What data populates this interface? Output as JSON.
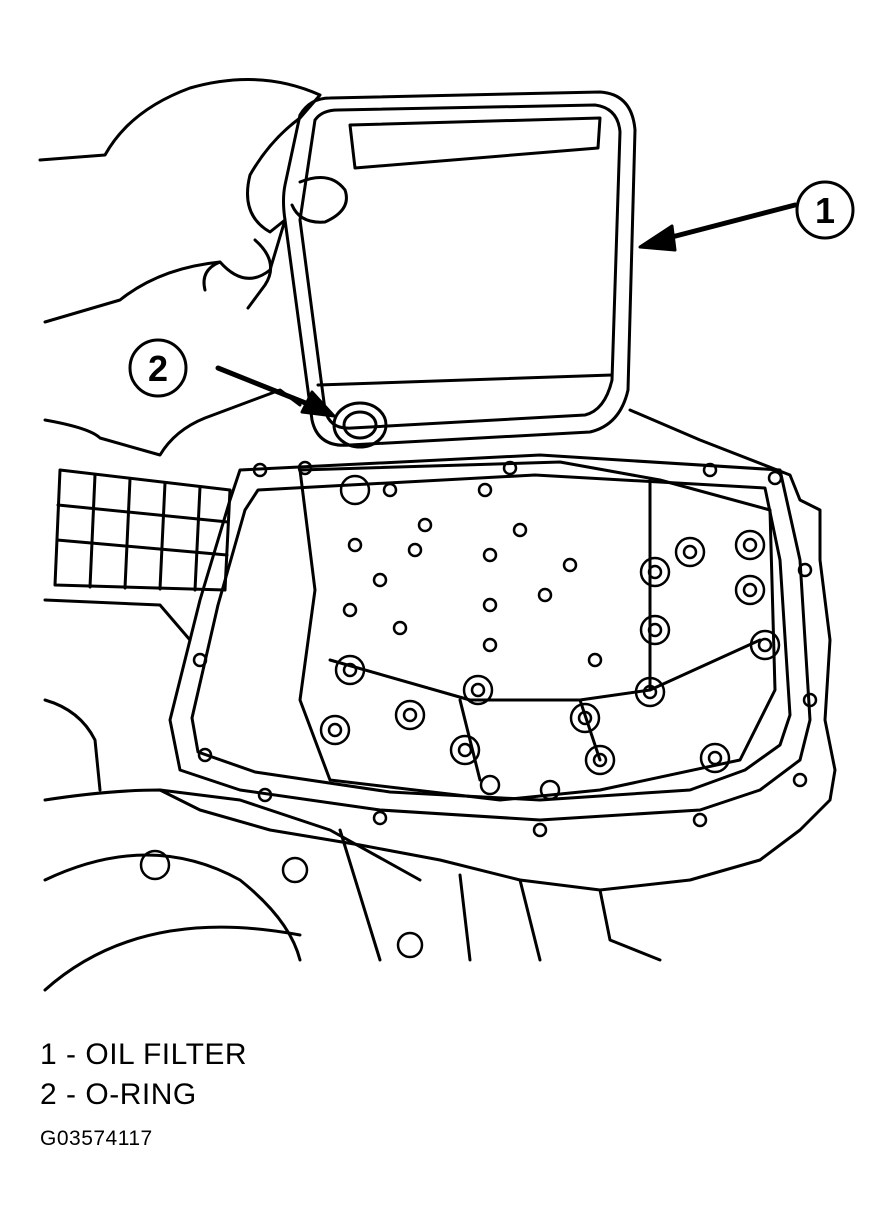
{
  "callouts": [
    {
      "number": "1",
      "part": "OIL FILTER"
    },
    {
      "number": "2",
      "part": "O-RING"
    }
  ],
  "legend": [
    {
      "number": "1",
      "separator": "-",
      "part": "OIL FILTER"
    },
    {
      "number": "2",
      "separator": "-",
      "part": "O-RING"
    }
  ],
  "figure_id": "G03574117"
}
